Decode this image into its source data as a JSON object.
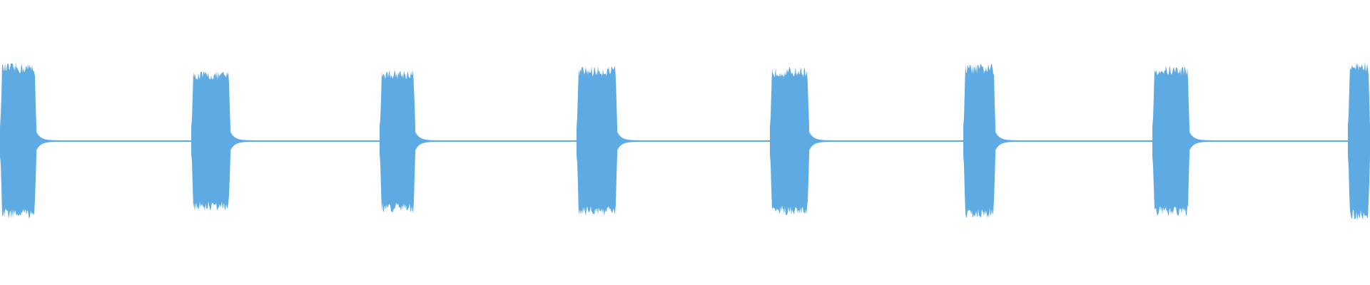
{
  "waveform": {
    "color": "#5dabe2",
    "background": "#ffffff",
    "bursts": [
      {
        "start": 0.0,
        "end": 0.0265,
        "amplitude": 0.98
      },
      {
        "start": 0.1395,
        "end": 0.168,
        "amplitude": 0.88
      },
      {
        "start": 0.277,
        "end": 0.303,
        "amplitude": 0.9
      },
      {
        "start": 0.421,
        "end": 0.4505,
        "amplitude": 0.94
      },
      {
        "start": 0.562,
        "end": 0.5905,
        "amplitude": 0.93
      },
      {
        "start": 0.703,
        "end": 0.7265,
        "amplitude": 0.97
      },
      {
        "start": 0.841,
        "end": 0.868,
        "amplitude": 0.95
      },
      {
        "start": 0.984,
        "end": 1.0,
        "amplitude": 1.0
      }
    ],
    "silence_amplitude": 0.008
  }
}
